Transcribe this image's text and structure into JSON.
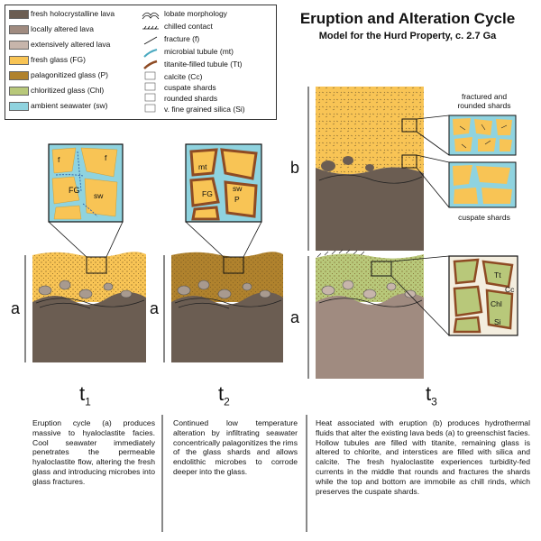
{
  "title": "Eruption and Alteration Cycle",
  "subtitle": "Model for the Hurd Property, c. 2.7 Ga",
  "legend_left": [
    {
      "label": "fresh holocrystalline lava",
      "color": "#6b5d52"
    },
    {
      "label": "locally altered lava",
      "color": "#a08b80"
    },
    {
      "label": "extensively altered lava",
      "color": "#c7b5ab"
    },
    {
      "label": "fresh glass (FG)",
      "color": "#f8c455"
    },
    {
      "label": "palagonitized glass (P)",
      "color": "#b0822d"
    },
    {
      "label": "chloritized glass (Chl)",
      "color": "#b8c87a"
    },
    {
      "label": "ambient seawater (sw)",
      "color": "#8fd3df"
    }
  ],
  "legend_right": [
    {
      "label": "lobate morphology",
      "icon": "lobate-icon"
    },
    {
      "label": "chilled contact",
      "icon": "chilled-contact-icon"
    },
    {
      "label": "fracture (f)",
      "icon": "fracture-icon"
    },
    {
      "label": "microbial tubule (mt)",
      "icon": "microbial-tubule-icon"
    },
    {
      "label": "titanite-filled tubule (Tt)",
      "icon": "titanite-tubule-icon"
    },
    {
      "label": "calcite (Cc)",
      "icon": "calcite-icon"
    },
    {
      "label": "cuspate shards",
      "icon": "cuspate-shards-icon"
    },
    {
      "label": "rounded shards",
      "icon": "rounded-shards-icon"
    },
    {
      "label": "v. fine grained silica (Si)",
      "icon": "silica-icon"
    }
  ],
  "stage_labels": {
    "a": "a",
    "b": "b"
  },
  "times": [
    {
      "t": "t",
      "sub": "1"
    },
    {
      "t": "t",
      "sub": "2"
    },
    {
      "t": "t",
      "sub": "3"
    }
  ],
  "inset_labels": {
    "t1": {
      "f1": "f",
      "f2": "f",
      "fg": "FG",
      "sw": "sw"
    },
    "t2": {
      "mt": "mt",
      "fg": "FG",
      "sw": "sw",
      "p": "P"
    },
    "t3": {
      "chl": "Chl",
      "tt": "Tt",
      "cc": "Cc",
      "si": "Si"
    }
  },
  "callouts": {
    "fractured": "fractured and rounded shards",
    "cuspate": "cuspate shards"
  },
  "descriptions": [
    "Eruption cycle (a) produces massive to hyaloclastite facies. Cool seawater immediately penetrates the permeable hyaloclastite flow, altering the fresh glass and introducing microbes into glass fractures.",
    "Continued low temperature alteration by infiltrating seawater concentrically palagonitizes the rims of the glass shards and allows endolithic microbes to corrode deeper into the glass.",
    "Heat associated with eruption (b) produces hydrothermal fluids that alter the existing lava beds (a) to greenschist facies. Hollow tubules are filled with titanite, remaining glass is altered to chlorite, and interstices are filled with silica and calcite. The fresh hyaloclastite experiences turbidity-fed currents in the middle that rounds and fractures the shards while the top and bottom are immobile as chill rinds, which preserves the cuspate shards."
  ],
  "colors": {
    "lava": "#6b5d52",
    "altered_lava": "#a08b80",
    "ext_altered": "#c7b5ab",
    "fresh_glass": "#f8c455",
    "palag": "#b0822d",
    "chlor": "#b8c87a",
    "seawater": "#8fd3df",
    "palag_rim": "#8e4b24"
  }
}
